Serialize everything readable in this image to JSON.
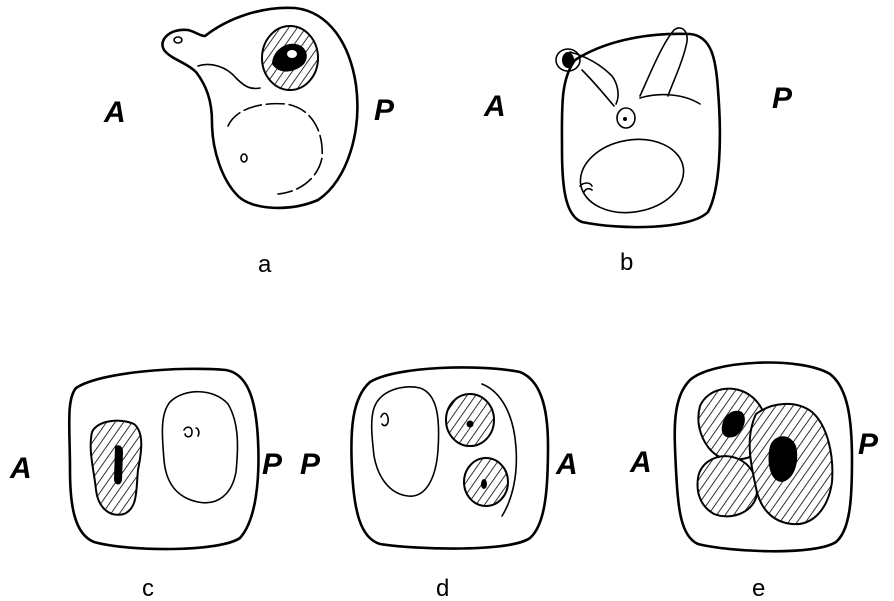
{
  "panels": [
    {
      "id": "a",
      "label": "a",
      "left": "A",
      "right": "P"
    },
    {
      "id": "b",
      "label": "b",
      "left": "A",
      "right": "P"
    },
    {
      "id": "c",
      "label": "c",
      "left": "A",
      "right": "P"
    },
    {
      "id": "d",
      "label": "d",
      "left": "P",
      "right": "A"
    },
    {
      "id": "e",
      "label": "e",
      "left": "A",
      "right": "P"
    }
  ]
}
